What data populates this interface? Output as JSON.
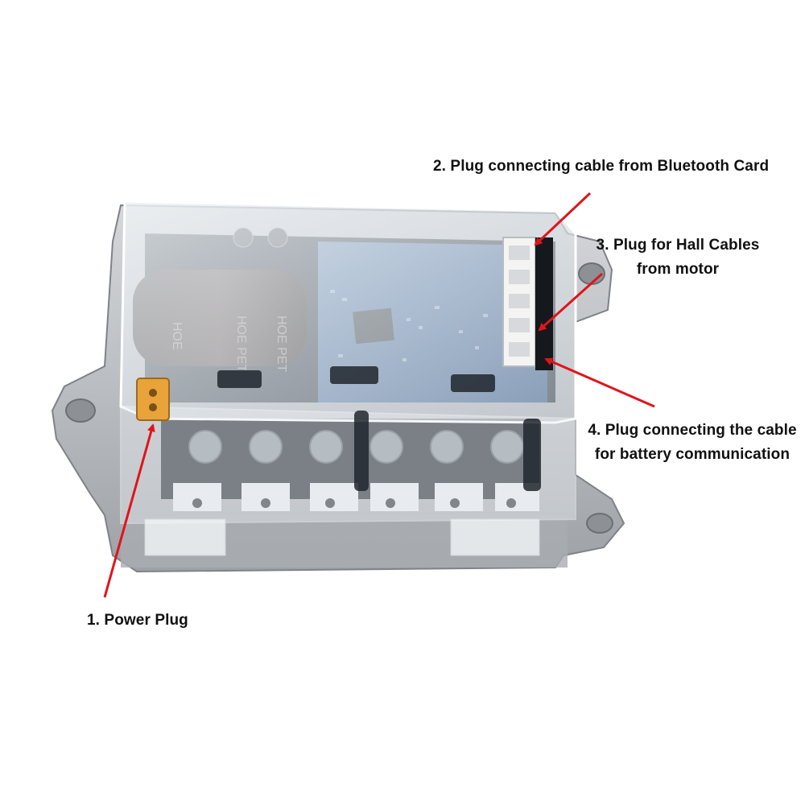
{
  "labels": {
    "power_plug": "1. Power Plug",
    "bluetooth_plug": "2. Plug connecting cable from Bluetooth Card",
    "hall_plug_line1": "3. Plug for Hall Cables",
    "hall_plug_line2": "from motor",
    "battery_plug_line1": "4. Plug connecting the cable",
    "battery_plug_line2": "for battery communication"
  },
  "capacitor_text": [
    "HOE",
    "PET"
  ],
  "colors": {
    "arrow": "#e0141b",
    "housing": "#b9bcc0",
    "pcb": "#3f6aa0",
    "capacitor": "#3b2a26",
    "connector": "#e8a33a",
    "label_text": "#111111"
  },
  "icons": [
    "arrow-icon"
  ]
}
